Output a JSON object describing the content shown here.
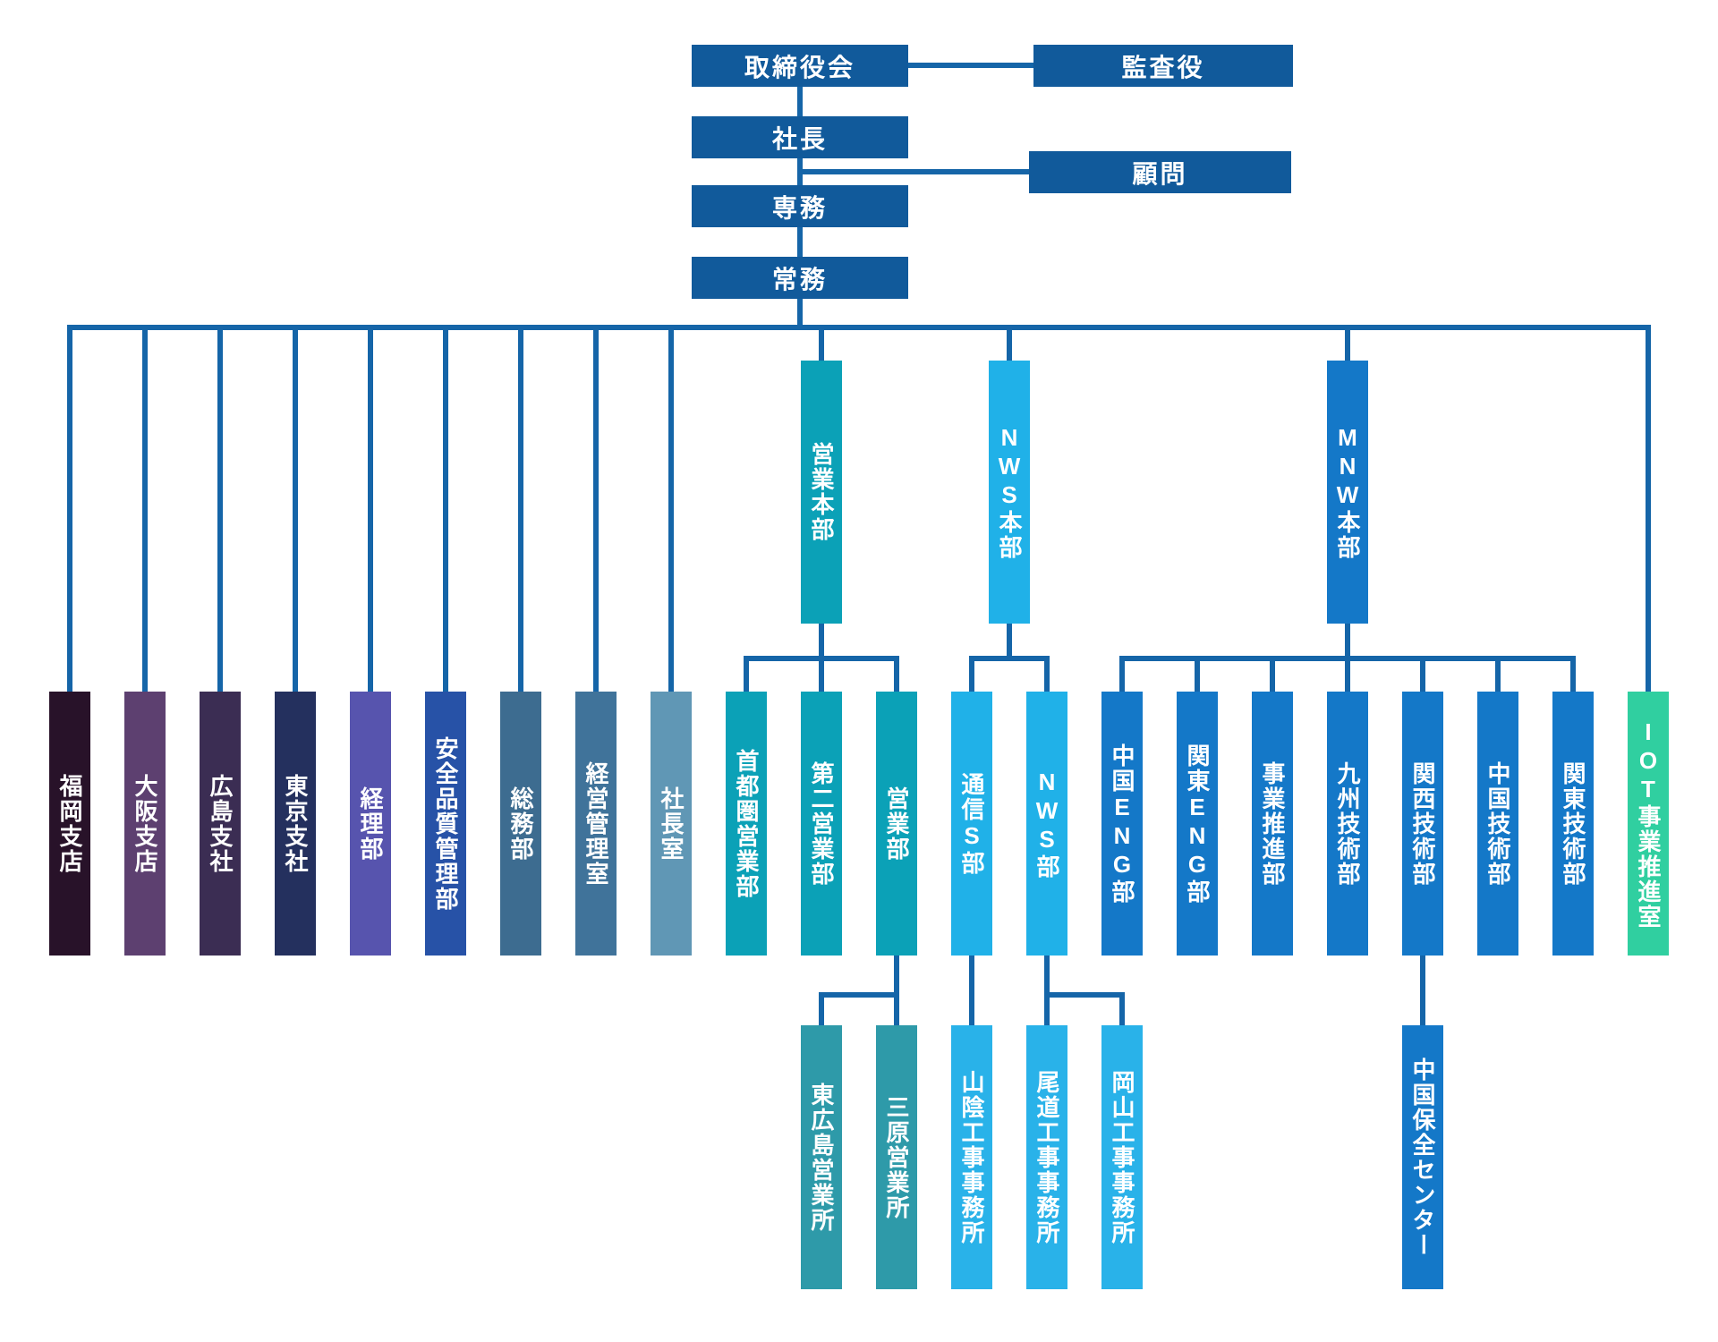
{
  "colors": {
    "node_primary": "#115A9B",
    "connector": "#1565A8"
  },
  "top": {
    "board": {
      "label": "取締役会"
    },
    "auditor": {
      "label": "監査役"
    },
    "president": {
      "label": "社長"
    },
    "advisor": {
      "label": "顧問"
    },
    "executive_director": {
      "label": "専務"
    },
    "managing_director": {
      "label": "常務"
    }
  },
  "headquarters": [
    {
      "label": "営業本部",
      "color": "#0BA1B7"
    },
    {
      "label": "NWS本部",
      "color": "#20B1E8"
    },
    {
      "label": "MNW本部",
      "color": "#1478C8"
    }
  ],
  "departments": [
    {
      "label": "福岡支店",
      "color": "#281229"
    },
    {
      "label": "大阪支店",
      "color": "#5D4070"
    },
    {
      "label": "広島支社",
      "color": "#3B2D53"
    },
    {
      "label": "東京支社",
      "color": "#24305E"
    },
    {
      "label": "経理部",
      "color": "#5754AE"
    },
    {
      "label": "安全品質管理部",
      "color": "#2752A7"
    },
    {
      "label": "総務部",
      "color": "#3D6C90"
    },
    {
      "label": "経営管理室",
      "color": "#40739A"
    },
    {
      "label": "社長室",
      "color": "#6097B5"
    },
    {
      "label": "首都圏営業部",
      "color": "#0BA1B7"
    },
    {
      "label": "第二営業部",
      "color": "#0BA1B7"
    },
    {
      "label": "営業部",
      "color": "#0BA1B7"
    },
    {
      "label": "通信S部",
      "color": "#20B1E8"
    },
    {
      "label": "NWS部",
      "color": "#20B1E8"
    },
    {
      "label": "中国ENG部",
      "color": "#1478C8"
    },
    {
      "label": "関東ENG部",
      "color": "#1478C8"
    },
    {
      "label": "事業推進部",
      "color": "#1478C8"
    },
    {
      "label": "九州技術部",
      "color": "#1478C8"
    },
    {
      "label": "関西技術部",
      "color": "#1478C8"
    },
    {
      "label": "中国技術部",
      "color": "#1478C8"
    },
    {
      "label": "関東技術部",
      "color": "#1478C8"
    },
    {
      "label": "IOT事業推進室",
      "color": "#30CFA0"
    }
  ],
  "offices": [
    {
      "label": "東広島営業所",
      "color": "#2E9AA9"
    },
    {
      "label": "三原営業所",
      "color": "#2E9AA9"
    },
    {
      "label": "山陰工事事務所",
      "color": "#29B2E9"
    },
    {
      "label": "尾道工事事務所",
      "color": "#29B2E9"
    },
    {
      "label": "岡山工事事務所",
      "color": "#29B2E9"
    },
    {
      "label": "中国保全センター",
      "color": "#1478C8"
    }
  ]
}
